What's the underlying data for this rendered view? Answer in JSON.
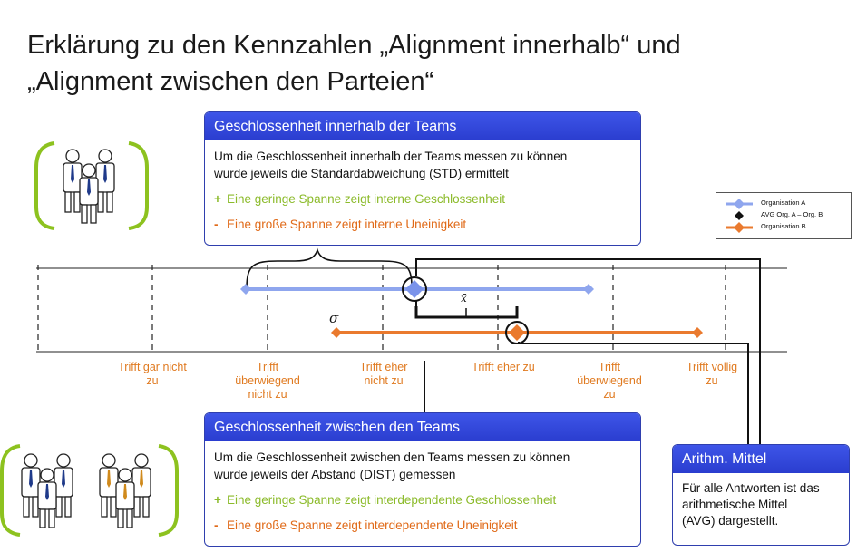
{
  "title": {
    "line1": "Erklärung zu den Kennzahlen „Alignment innerhalb“ und",
    "line2": "„Alignment zwischen den Parteien“"
  },
  "box_within": {
    "header": "Geschlossenheit innerhalb der Teams",
    "text1": "Um die Geschlossenheit innerhalb der Teams messen zu können",
    "text2": "wurde jeweils die Standardabweichung (STD) ermittelt",
    "plus_sign": "+",
    "plus_text": "Eine geringe Spanne zeigt  interne Geschlossenheit",
    "minus_sign": "-",
    "minus_text": "Eine große Spanne zeigt interne Uneinigkeit"
  },
  "box_between": {
    "header": "Geschlossenheit zwischen den Teams",
    "text1": "Um die Geschlossenheit zwischen den Teams messen zu können",
    "text2": "wurde jeweils der Abstand (DIST) gemessen",
    "plus_sign": "+",
    "plus_text": "Eine geringe Spanne zeigt interdependente Geschlossenheit",
    "minus_sign": "-",
    "minus_text": "Eine große Spanne zeigt interdependente Uneinigkeit"
  },
  "box_mean": {
    "header": "Arithm. Mittel",
    "text1": "Für alle Antworten ist das",
    "text2": "arithmetische Mittel",
    "text3": "(AVG) dargestellt."
  },
  "legend": {
    "org_a": "Organisation A",
    "avg": "AVG Org. A – Org. B",
    "org_b": "Organisation B"
  },
  "scale_labels": [
    {
      "l1": "Trifft gar nicht",
      "l2": "zu",
      "l3": ""
    },
    {
      "l1": "Trifft",
      "l2": "überwiegend",
      "l3": "nicht zu"
    },
    {
      "l1": "Trifft eher",
      "l2": "nicht zu",
      "l3": ""
    },
    {
      "l1": "Trifft eher zu",
      "l2": "",
      "l3": ""
    },
    {
      "l1": "Trifft",
      "l2": "überwiegend",
      "l3": "zu"
    },
    {
      "l1": "Trifft völlig",
      "l2": "zu",
      "l3": ""
    }
  ],
  "symbols": {
    "sigma": "σ",
    "xbar": "x̄"
  },
  "colors": {
    "header_blue": "#2f44dc",
    "org_a": "#8fa6ee",
    "org_b": "#ea7a2e",
    "plus_green": "#8cbb2b",
    "minus_orange": "#e06a18",
    "bracket_green": "#8dc21f",
    "scale_label": "#e07a20"
  }
}
